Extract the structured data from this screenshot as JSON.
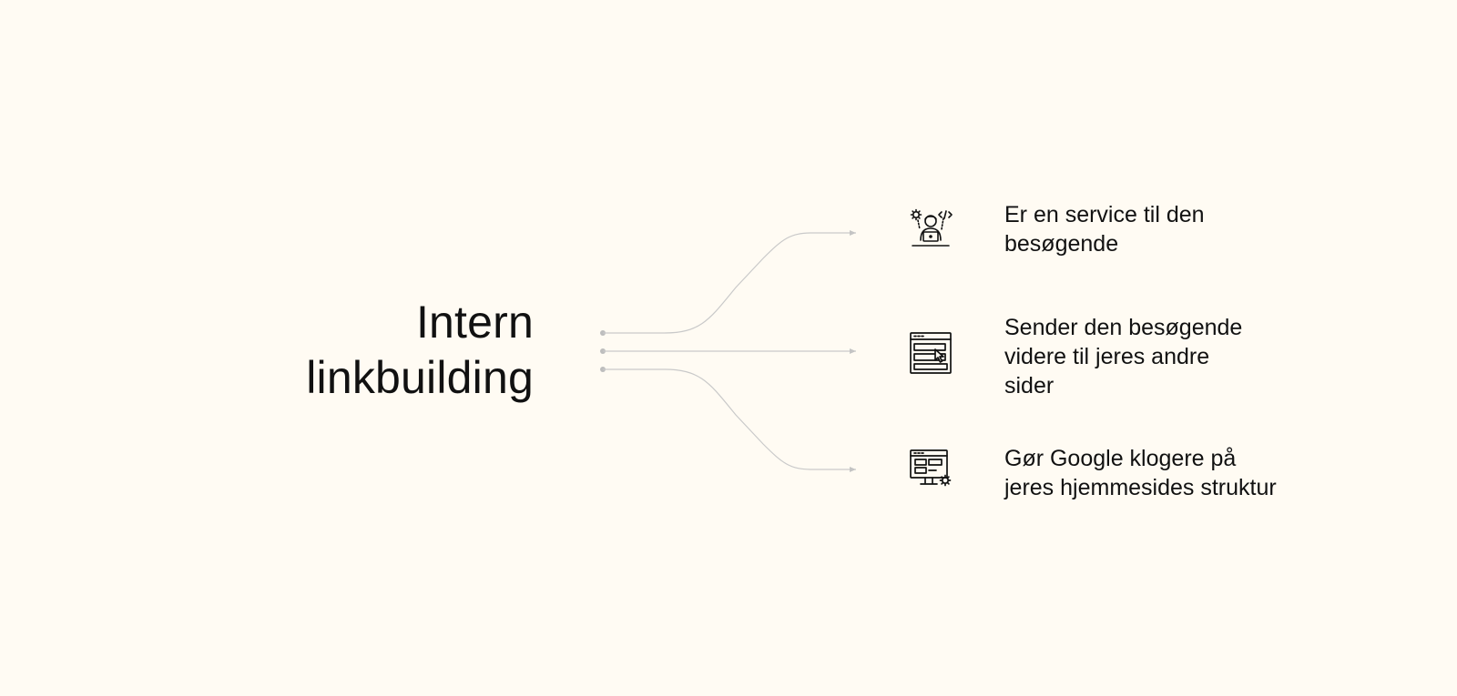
{
  "title": {
    "line1": "Intern",
    "line2": "linkbuilding"
  },
  "items": [
    {
      "icon": "developer-at-laptop-icon",
      "text_lines": [
        "Er en service til den",
        "besøgende"
      ]
    },
    {
      "icon": "webpage-cursor-icon",
      "text_lines": [
        "Sender den besøgende",
        "videre til jeres andre",
        "sider"
      ]
    },
    {
      "icon": "monitor-settings-icon",
      "text_lines": [
        "Gør Google klogere på",
        "jeres hjemmesides struktur"
      ]
    }
  ],
  "colors": {
    "background": "#fffbf3",
    "text": "#111111",
    "connector": "#c4c4c4"
  }
}
